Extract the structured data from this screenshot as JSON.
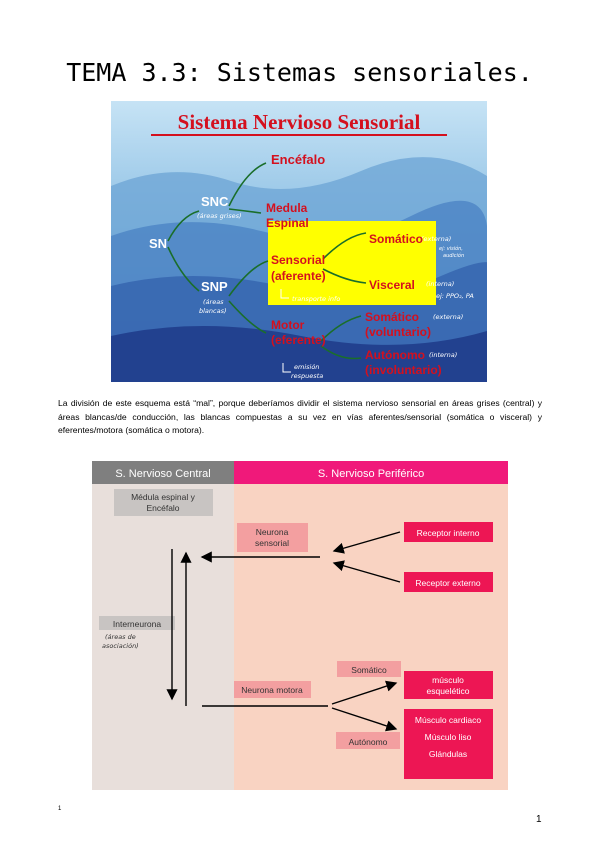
{
  "title": "TEMA 3.3: Sistemas sensoriales.",
  "figure1": {
    "heading": "Sistema Nervioso Sensorial",
    "sn": "SN",
    "snc": "SNC",
    "snc_note": "(áreas grises)",
    "snp": "SNP",
    "snp_note1": "(áreas",
    "snp_note2": "blancas)",
    "encefalo": "Encéfalo",
    "medula1": "Medula",
    "medula2": "Espinal",
    "sensorial1": "Sensorial",
    "sensorial2": "(aferente)",
    "somatico": "Somático",
    "somatico_note1": "(externa)",
    "somatico_note2": "ej: visión,",
    "somatico_note3": "audición",
    "visceral": "Visceral",
    "visceral_note1": "(interna)",
    "visceral_note2": "ej: PPO₂, PA",
    "transporte": "transporte info",
    "motor1": "Motor",
    "motor2": "(eferente)",
    "emision1": "emisión",
    "emision2": "respuesta",
    "som_mot1": "Somático",
    "som_mot_note": "(externa)",
    "som_mot2": "(voluntario)",
    "auto1": "Autónomo",
    "auto_note": "(interna)",
    "auto2": "(involuntario)"
  },
  "paragraph": "La división de este esquema está “mal”, porque deberíamos dividir el sistema nervioso sensorial en áreas grises (central) y áreas blancas/de conducción, las blancas compuestas a su vez en vías aferentes/sensorial (somática o visceral) y eferentes/motora (somática o motora).",
  "figure2": {
    "header_central": "S. Nervioso Central",
    "header_periferico": "S. Nervioso Periférico",
    "medula1": "Médula espinal y",
    "medula2": "Encéfalo",
    "neurona_sensorial1": "Neurona",
    "neurona_sensorial2": "sensorial",
    "receptor_interno": "Receptor interno",
    "receptor_externo": "Receptor externo",
    "interneurona": "Interneurona",
    "areas1": "(áreas de",
    "areas2": "asociación)",
    "neurona_motora": "Neurona motora",
    "somatico": "Somático",
    "autonomo": "Autónomo",
    "musculo1": "músculo",
    "musculo2": "esquelético",
    "efector1": "Músculo cardiaco",
    "efector2": "Músculo liso",
    "efector3": "Glándulas"
  },
  "footnote": "1",
  "page_number": "1",
  "colors": {
    "fig1_red": "#d4101e",
    "fig1_yellow": "#ffff00",
    "fig1_green": "#1a6e2a",
    "fig2_header_grey": "#7f7f7f",
    "fig2_header_pink": "#f0197a",
    "fig2_central_bg": "#e8dfdb",
    "fig2_periph_bg": "#f9d3c2",
    "fig2_box_pink": "#f39fa0",
    "fig2_box_magenta": "#ed1654"
  }
}
